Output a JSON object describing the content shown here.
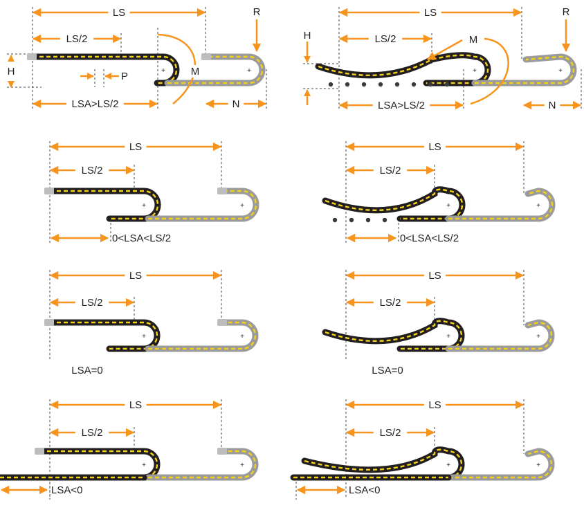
{
  "colors": {
    "accent": "#f7941d",
    "chain_dark": "#231f20",
    "chain_stripe": "#f2d21b",
    "chain_grey": "#9b9b9b",
    "guide": "#444444"
  },
  "labels": {
    "ls": "LS",
    "ls_half": "LS/2",
    "r": "R",
    "h": "H",
    "m": "M",
    "p": "P",
    "n": "N",
    "lsa_gt": "LSA>LS/2",
    "lsa_between": "0<LSA<LS/2",
    "lsa_zero": "LSA=0",
    "lsa_neg": "LSA<0"
  },
  "rows": [
    {
      "left_variant": "glide-over",
      "right_variant": "glide-sagging",
      "lsa_label_key": "lsa_gt"
    },
    {
      "left_variant": "glide-over",
      "right_variant": "glide-sagging",
      "lsa_label_key": "lsa_between"
    },
    {
      "left_variant": "glide-over",
      "right_variant": "glide-sagging",
      "lsa_label_key": "lsa_zero"
    },
    {
      "left_variant": "glide-over",
      "right_variant": "glide-sagging",
      "lsa_label_key": "lsa_neg"
    }
  ]
}
